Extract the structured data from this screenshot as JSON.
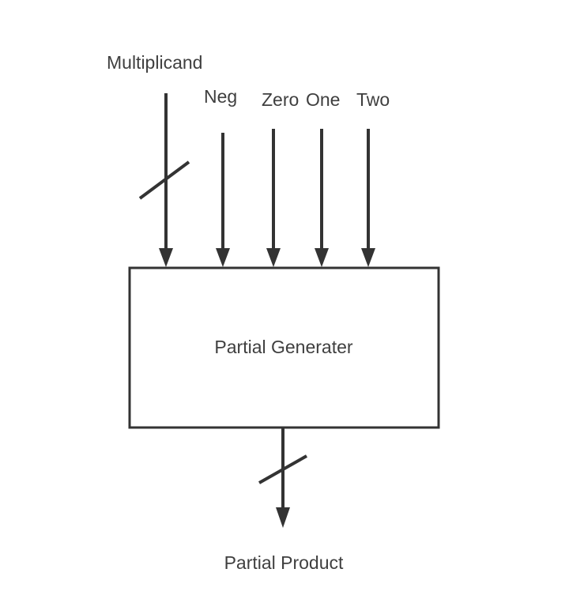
{
  "inputs": {
    "multiplicand": "Multiplicand",
    "neg": "Neg",
    "zero": "Zero",
    "one": "One",
    "two": "Two"
  },
  "block": {
    "label": "Partial Generater"
  },
  "output": {
    "label": "Partial Product"
  },
  "colors": {
    "stroke": "#333333",
    "text": "#3f3f3f",
    "background": "#ffffff"
  }
}
